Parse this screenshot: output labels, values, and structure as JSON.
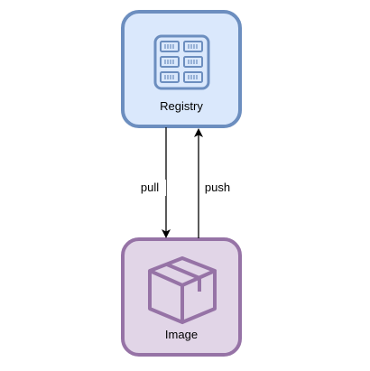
{
  "diagram": {
    "nodes": [
      {
        "id": "registry",
        "label": "Registry",
        "icon": "server-rack-icon",
        "fill": "#dae8fc",
        "stroke": "#6c8ebf"
      },
      {
        "id": "image",
        "label": "Image",
        "icon": "package-box-icon",
        "fill": "#e1d5e7",
        "stroke": "#9673a6"
      }
    ],
    "edges": [
      {
        "from": "registry",
        "to": "image",
        "label": "pull"
      },
      {
        "from": "image",
        "to": "registry",
        "label": "push"
      }
    ]
  },
  "colors": {
    "edge": "#000000",
    "registry_fill": "#dae8fc",
    "registry_stroke": "#6c8ebf",
    "image_fill": "#e1d5e7",
    "image_stroke": "#9673a6"
  }
}
